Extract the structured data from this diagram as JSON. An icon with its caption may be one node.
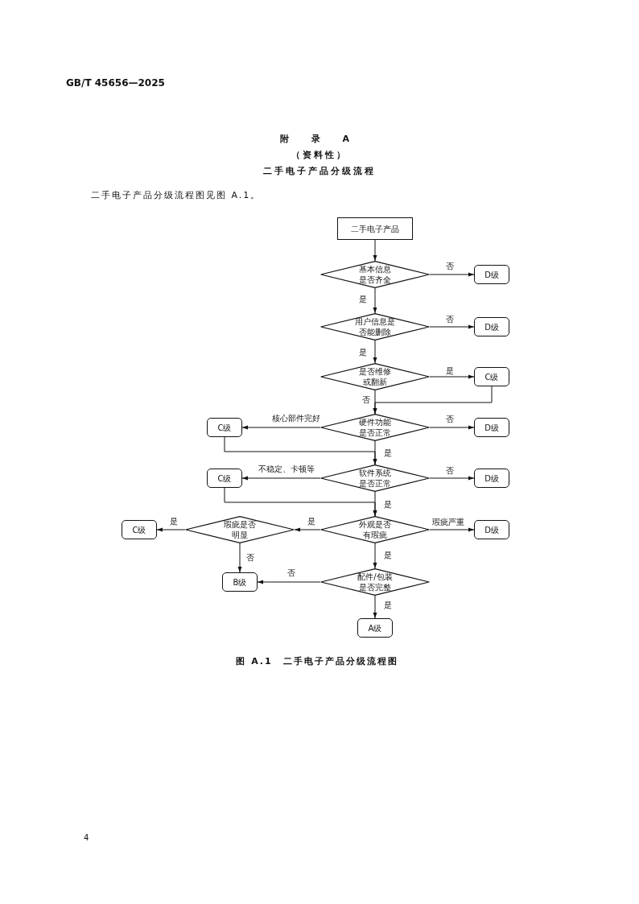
{
  "diagram": {
    "title": "二手电子产品分级流程",
    "caption": "图 A.1　二手电子产品分级流程图",
    "nodes": [
      {
        "text": [
          "二手电子产品"
        ]
      },
      {
        "text": [
          "基本信息是否齐全"
        ]
      },
      {
        "text": [
          "D级"
        ]
      },
      {
        "text": [
          "用户信息是否能删除"
        ]
      },
      {
        "text": [
          "D级"
        ]
      },
      {
        "text": [
          "是否维修或翻新"
        ]
      },
      {
        "text": [
          "C级"
        ]
      },
      {
        "text": [
          "硬件功能是否正常"
        ]
      },
      {
        "text": [
          "C级"
        ]
      },
      {
        "text": [
          "D级"
        ]
      },
      {
        "text": [
          "软件系统是否正常"
        ]
      },
      {
        "text": [
          "C级"
        ]
      },
      {
        "text": [
          "D级"
        ]
      },
      {
        "text": [
          "外观是否有瑕疵"
        ]
      },
      {
        "text": [
          "瑕疵是否明显"
        ]
      },
      {
        "text": [
          "C级"
        ]
      },
      {
        "text": [
          "D级"
        ]
      },
      {
        "text": [
          "B级"
        ]
      },
      {
        "text": [
          "配件/包装是否完整"
        ]
      },
      {
        "text": [
          "A级"
        ]
      }
    ],
    "edges": [
      {
        "from": 0,
        "to": 1,
        "arrow": "to"
      },
      {
        "from": 1,
        "to": 2,
        "arrow": "to",
        "label": "否"
      },
      {
        "from": 1,
        "to": 3,
        "arrow": "to",
        "label": "是"
      },
      {
        "from": 3,
        "to": 4,
        "arrow": "to",
        "label": "否"
      },
      {
        "from": 3,
        "to": 5,
        "arrow": "to",
        "label": "是"
      },
      {
        "from": 5,
        "to": 6,
        "arrow": "to",
        "label": "是"
      },
      {
        "from": 5,
        "to": 7,
        "arrow": "to",
        "label": "否"
      },
      {
        "from": 6,
        "to": 7,
        "arrow": "to"
      },
      {
        "from": 7,
        "to": 8,
        "arrow": "to",
        "label": "核心部件完好"
      },
      {
        "from": 7,
        "to": 9,
        "arrow": "to",
        "label": "否"
      },
      {
        "from": 7,
        "to": 10,
        "arrow": "to",
        "label": "是"
      },
      {
        "from": 8,
        "to": 10,
        "arrow": "to"
      },
      {
        "from": 10,
        "to": 11,
        "arrow": "to",
        "label": "不稳定、卡顿等"
      },
      {
        "from": 10,
        "to": 12,
        "arrow": "to",
        "label": "否"
      },
      {
        "from": 10,
        "to": 13,
        "arrow": "to",
        "label": "是"
      },
      {
        "from": 11,
        "to": 13,
        "arrow": "to"
      },
      {
        "from": 13,
        "to": 14,
        "arrow": "to",
        "label": "是"
      },
      {
        "from": 13,
        "to": 16,
        "arrow": "to",
        "label": "瑕疵严重"
      },
      {
        "from": 14,
        "to": 15,
        "arrow": "to",
        "label": "是"
      },
      {
        "from": 14,
        "to": 17,
        "arrow": "to",
        "label": "否"
      },
      {
        "from": 13,
        "to": 18,
        "arrow": "to",
        "label": "是"
      },
      {
        "from": 18,
        "to": 17,
        "arrow": "to",
        "label": "否"
      },
      {
        "from": 18,
        "to": 19,
        "arrow": "to",
        "label": "是"
      }
    ],
    "labels": [
      "GB/T 45656—2025",
      "附 录 A",
      "（资料性）",
      "二手电子产品分级流程图见图 A.1。",
      "4"
    ]
  }
}
